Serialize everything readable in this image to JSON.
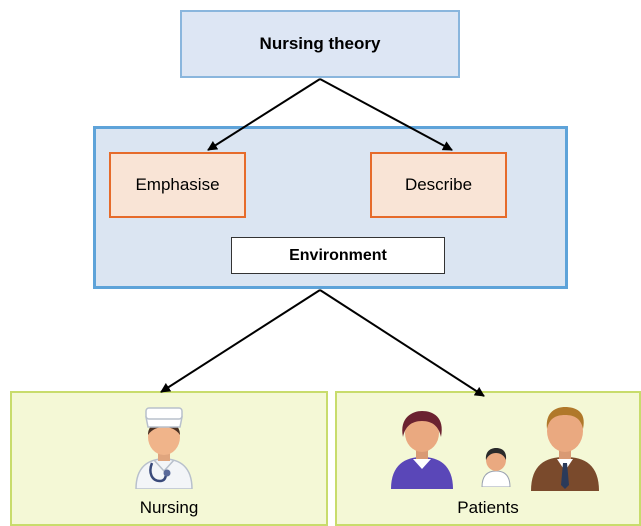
{
  "diagram": {
    "top_box": {
      "label": "Nursing theory"
    },
    "concepts": [
      {
        "label": "Emphasise"
      },
      {
        "label": "Describe"
      }
    ],
    "environment": {
      "label": "Environment"
    },
    "panels": {
      "nursing": {
        "label": "Nursing",
        "icon": "nurse-icon"
      },
      "patients": {
        "label": "Patients",
        "icons": [
          "woman-icon",
          "child-icon",
          "man-icon"
        ]
      }
    }
  },
  "colors": {
    "top_box_fill": "#dde6f4",
    "top_box_border": "#8ab6dd",
    "container_fill": "#dbe5f2",
    "container_border": "#5ea3d9",
    "concept_fill": "#f9e4d6",
    "concept_border": "#e66b2b",
    "panel_fill": "#f4f8d6",
    "panel_border": "#c8dc6c",
    "arrow": "#000000"
  }
}
